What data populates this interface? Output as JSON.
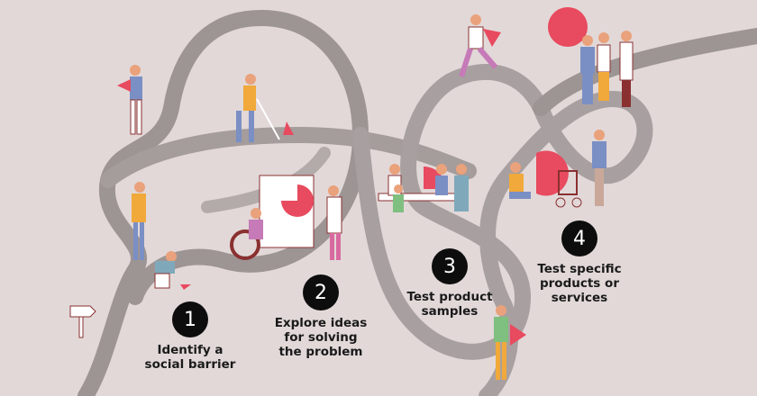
{
  "steps": [
    {
      "number": "1",
      "label": "Identify a\nsocial barrier"
    },
    {
      "number": "2",
      "label": "Explore ideas\nfor solving\nthe problem"
    },
    {
      "number": "3",
      "label": "Test product\nsamples"
    },
    {
      "number": "4",
      "label": "Test specific\nproducts or\nservices"
    }
  ],
  "colors": {
    "background": "#e2d8d8",
    "road": "#9d9494",
    "accent": "#e84a5f"
  }
}
